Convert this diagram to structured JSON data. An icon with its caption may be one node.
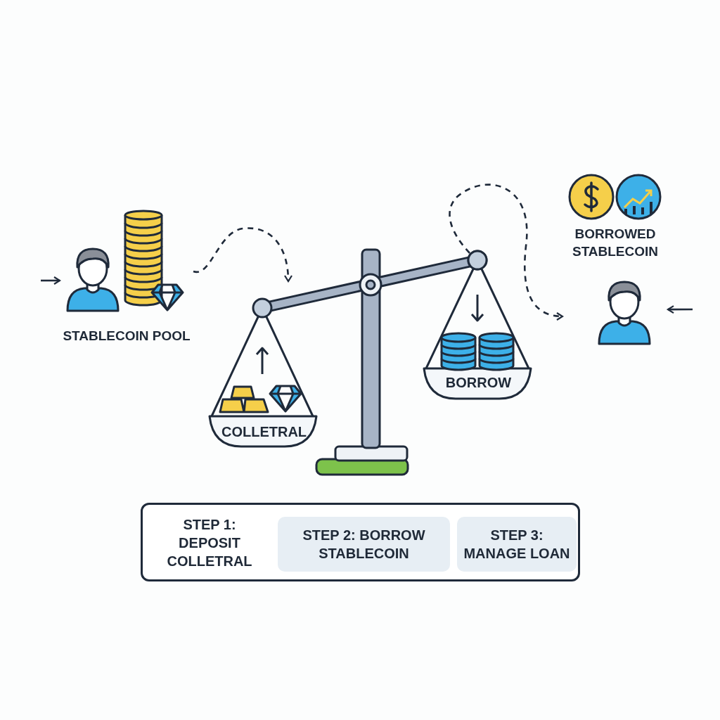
{
  "diagram": {
    "nodes": [
      {
        "text": [
          "STABLECOIN POOL"
        ]
      },
      {
        "text": [
          "COLLETRAL"
        ]
      },
      {
        "text": [
          "BORROW"
        ]
      },
      {
        "text": [
          "BORROWED STABLECOIN"
        ]
      },
      {
        "text": [],
        "shape": "box"
      },
      {
        "text": [
          "STEP 1: DEPOSIT COLLETRAL"
        ],
        "in": 4
      },
      {
        "text": [
          "STEP 2: BORROW STABLECOIN"
        ],
        "in": 4
      },
      {
        "text": [
          "STEP 3: MANAGE LOAN"
        ],
        "in": 4
      }
    ],
    "edges": [
      {
        "from": null,
        "to": 0,
        "arrow": "to"
      },
      {
        "from": 0,
        "to": 1,
        "arrow": "to",
        "style": "dashed"
      },
      {
        "from": 2,
        "to": 3,
        "arrow": "to",
        "style": "dashed"
      },
      {
        "from": null,
        "to": 3,
        "arrow": "to"
      }
    ]
  }
}
